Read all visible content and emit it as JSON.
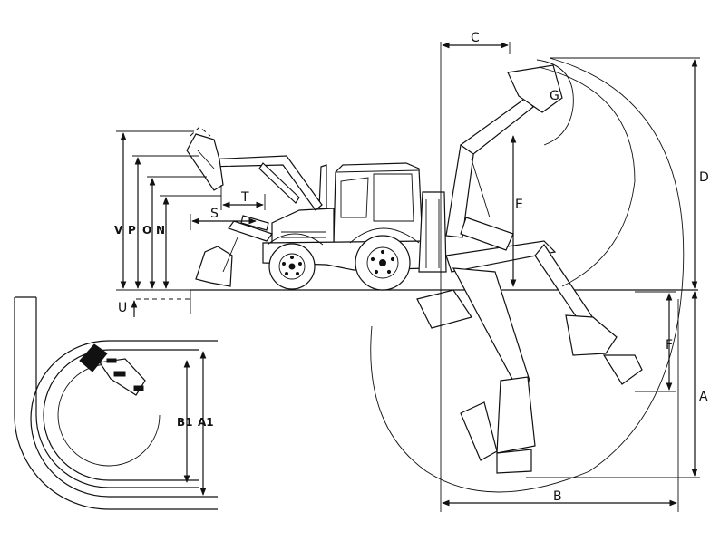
{
  "dimension_labels": {
    "A": "A",
    "A1": "A1",
    "B": "B",
    "B1": "B1",
    "C": "C",
    "D": "D",
    "E": "E",
    "F": "F",
    "G": "G",
    "N": "N",
    "O": "O",
    "P": "P",
    "S": "S",
    "T": "T",
    "U": "U",
    "V": "V"
  }
}
